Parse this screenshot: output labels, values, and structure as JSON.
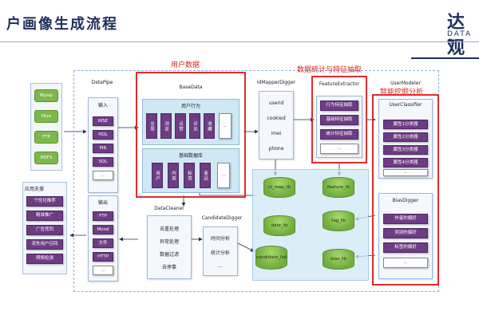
{
  "header": {
    "title": "户画像生成流程",
    "logo_main": "达观",
    "logo_sub": "DATA G"
  },
  "annotations": {
    "user_data": "用户数据",
    "stats_feature": "数据统计与特征抽取",
    "mining": "智能挖掘分析"
  },
  "sources": [
    "Mysql",
    "Hive",
    "FTP",
    "HDFS"
  ],
  "services": {
    "title": "应用支撑",
    "items": [
      "个性化推荐",
      "精准推广",
      "广告竞同",
      "流失用户召回",
      "舆情检测"
    ]
  },
  "datapipe": {
    "title": "DataPipe",
    "input_label": "输入",
    "input_items": [
      "WSE",
      "HQL",
      "MR",
      "SQL",
      "..."
    ],
    "output_label": "输出",
    "output_items": [
      "FTP",
      "Mond",
      "文件",
      "HTTP",
      "..."
    ]
  },
  "basedata": {
    "title": "BaseData",
    "behavior_title": "用户行为",
    "behavior_items": [
      "交易",
      "浏览",
      "点赞",
      "评论",
      "收藏",
      "..."
    ],
    "basic_title": "基础数据库",
    "basic_items": [
      "用户",
      "内容",
      "标签",
      "商品",
      "..."
    ]
  },
  "idmapper": {
    "title": "IdMapperDigger",
    "items": [
      "userid",
      "cookied",
      "imei",
      "phone"
    ]
  },
  "feature": {
    "title": "FeatureExtractor",
    "items": [
      "行为特征抽取",
      "基础特征抽取",
      "统计特征抽取",
      "..."
    ]
  },
  "usermodeler": {
    "title": "UserModeler",
    "classifier_title": "UserClassifier",
    "classifier_items": [
      "属性1分类器",
      "属性2分类器",
      "属性3分类器",
      "属性4分类器",
      "..."
    ],
    "bias_title": "BiasDigger",
    "bias_items": [
      "作者的偏好",
      "类别的偏好",
      "标签的偏好",
      "..."
    ]
  },
  "datacleaner": {
    "title": "DataCleaner",
    "items": [
      "去重处理",
      "异常处理",
      "数据过滤",
      "去停靠"
    ]
  },
  "candidate": {
    "title": "CandidateDigger",
    "items": [
      "时间分析",
      "统计分析",
      "..."
    ]
  },
  "stores": {
    "id_map": "id_map_tb",
    "feature": "feature_tb",
    "date": "date_tb",
    "tag": "tag_tb",
    "candidate": "candidate_list",
    "bias": "bias_tb"
  },
  "colors": {
    "accent": "#1e2f5c",
    "highlight": "#e02b2b",
    "pill": "#6d3c84",
    "source": "#7db84a"
  }
}
